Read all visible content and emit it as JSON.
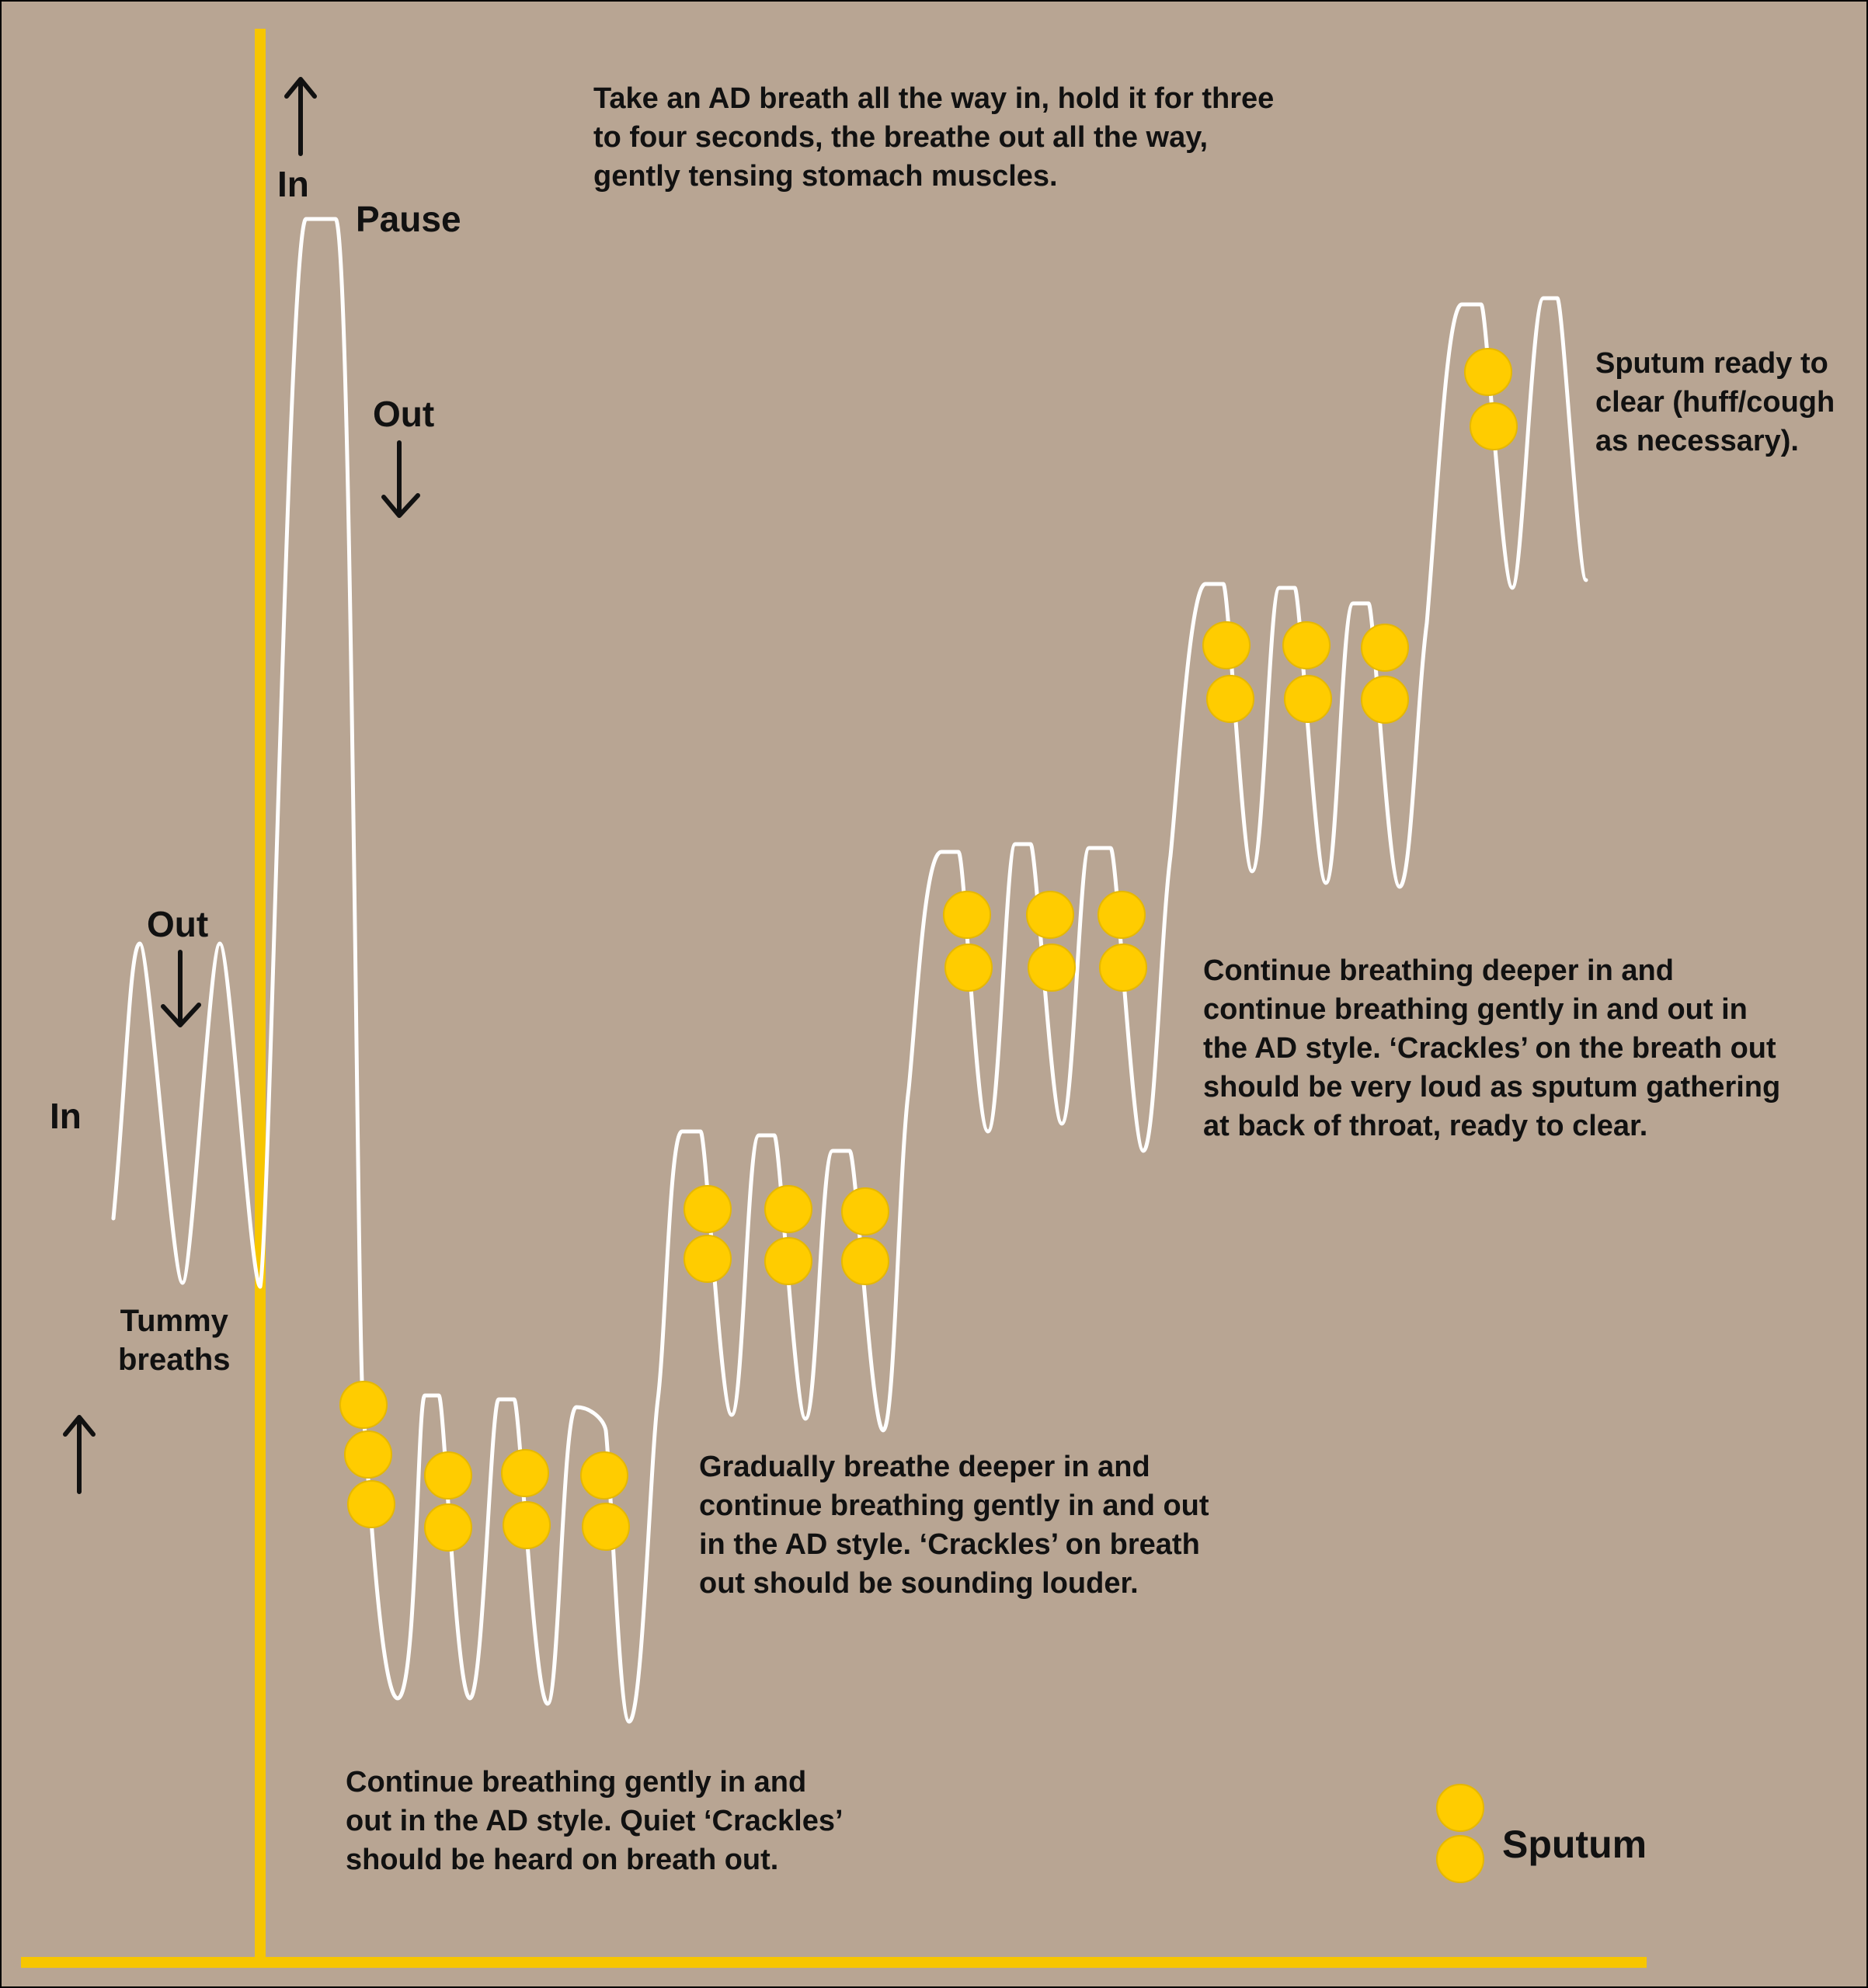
{
  "labels": {
    "in_top": "In",
    "pause": "Pause",
    "out_right": "Out",
    "out_left": "Out",
    "in_left": "In",
    "tummy_breaths": [
      "Tummy",
      "breaths"
    ]
  },
  "notes": {
    "top": [
      "Take an AD breath all the way in, hold it for three",
      "to four seconds, the breathe out all the way,",
      "gently tensing stomach muscles."
    ],
    "sputum_ready": [
      "Sputum ready to",
      "clear (huff/cough",
      "as necessary)."
    ],
    "deeper_loud": [
      "Continue breathing deeper in and",
      "continue breathing gently in and out in",
      "the AD style. ‘Crackles’ on the  breath out",
      "should be very loud as sputum gathering",
      "at back of throat, ready to clear."
    ],
    "gradually": [
      "Gradually breathe deeper in and",
      "continue breathing gently in and out",
      "in the AD style. ‘Crackles’ on breath",
      "out should be sounding louder."
    ],
    "quiet": [
      "Continue breathing gently in and",
      "out in the AD style. Quiet ‘Crackles’",
      "should be heard on breath out."
    ]
  },
  "legend": {
    "label": "Sputum"
  },
  "colors": {
    "background": "#b8a593",
    "axis": "#f7c600",
    "sputum": "#ffcc00",
    "trace": "#ffffff",
    "text": "#111111"
  },
  "icons": [
    "up-arrow-icon",
    "down-arrow-icon",
    "sputum-icon"
  ]
}
